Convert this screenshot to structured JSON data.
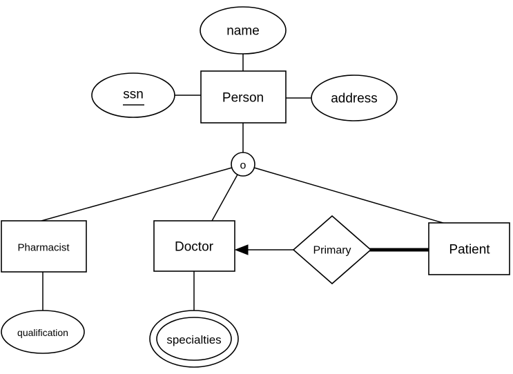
{
  "diagram": {
    "kind": "entity-relationship-diagram",
    "entities": {
      "person": "Person",
      "pharmacist": "Pharmacist",
      "doctor": "Doctor",
      "patient": "Patient"
    },
    "attributes": {
      "name": "name",
      "ssn": "ssn",
      "address": "address",
      "qualification": "qualification",
      "specialties": "specialties"
    },
    "relationships": {
      "primary": "Primary"
    },
    "isa": {
      "overlap_label": "o"
    },
    "colors": {
      "stroke": "#000000",
      "fill": "#ffffff",
      "text": "#000000"
    }
  }
}
